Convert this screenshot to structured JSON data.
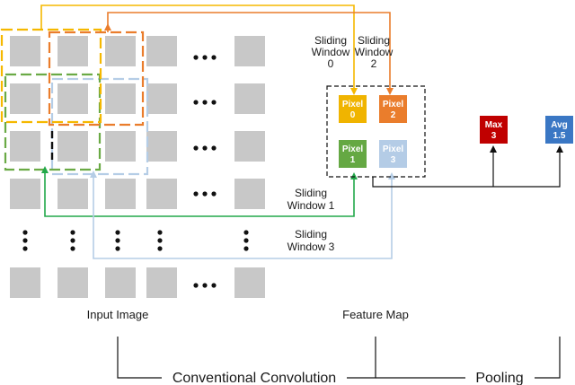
{
  "labels": {
    "sliding_window_0": [
      "Sliding",
      "Window",
      "0"
    ],
    "sliding_window_2": [
      "Sliding",
      "Window",
      "2"
    ],
    "sliding_window_1": [
      "Sliding",
      "Window 1"
    ],
    "sliding_window_3": [
      "Sliding",
      "Window 3"
    ],
    "input_image": "Input Image",
    "feature_map": "Feature Map",
    "conventional_convolution": "Conventional Convolution",
    "pooling": "Pooling"
  },
  "feature_map_pixels": [
    {
      "id": "pixel-0",
      "lines": [
        "Pixel",
        "0"
      ],
      "color": "#f0b400"
    },
    {
      "id": "pixel-2",
      "lines": [
        "Pixel",
        "2"
      ],
      "color": "#ea7d2c"
    },
    {
      "id": "pixel-1",
      "lines": [
        "Pixel",
        "1"
      ],
      "color": "#65a843"
    },
    {
      "id": "pixel-3",
      "lines": [
        "Pixel",
        "3"
      ],
      "color": "#b4cce6"
    }
  ],
  "pooling_outputs": [
    {
      "id": "max",
      "lines": [
        "Max",
        "3"
      ],
      "color": "#c00000"
    },
    {
      "id": "avg",
      "lines": [
        "Avg",
        "1.5"
      ],
      "color": "#3a77c4"
    }
  ],
  "colors": {
    "grid_cell": "#c8c8c8",
    "window_0": "#f5b800",
    "window_1": "#6aaa45",
    "window_2": "#ea7d2c",
    "window_3": "#b5cde6",
    "connector": "#1a1a1a"
  },
  "ellipsis_glyph": "●"
}
